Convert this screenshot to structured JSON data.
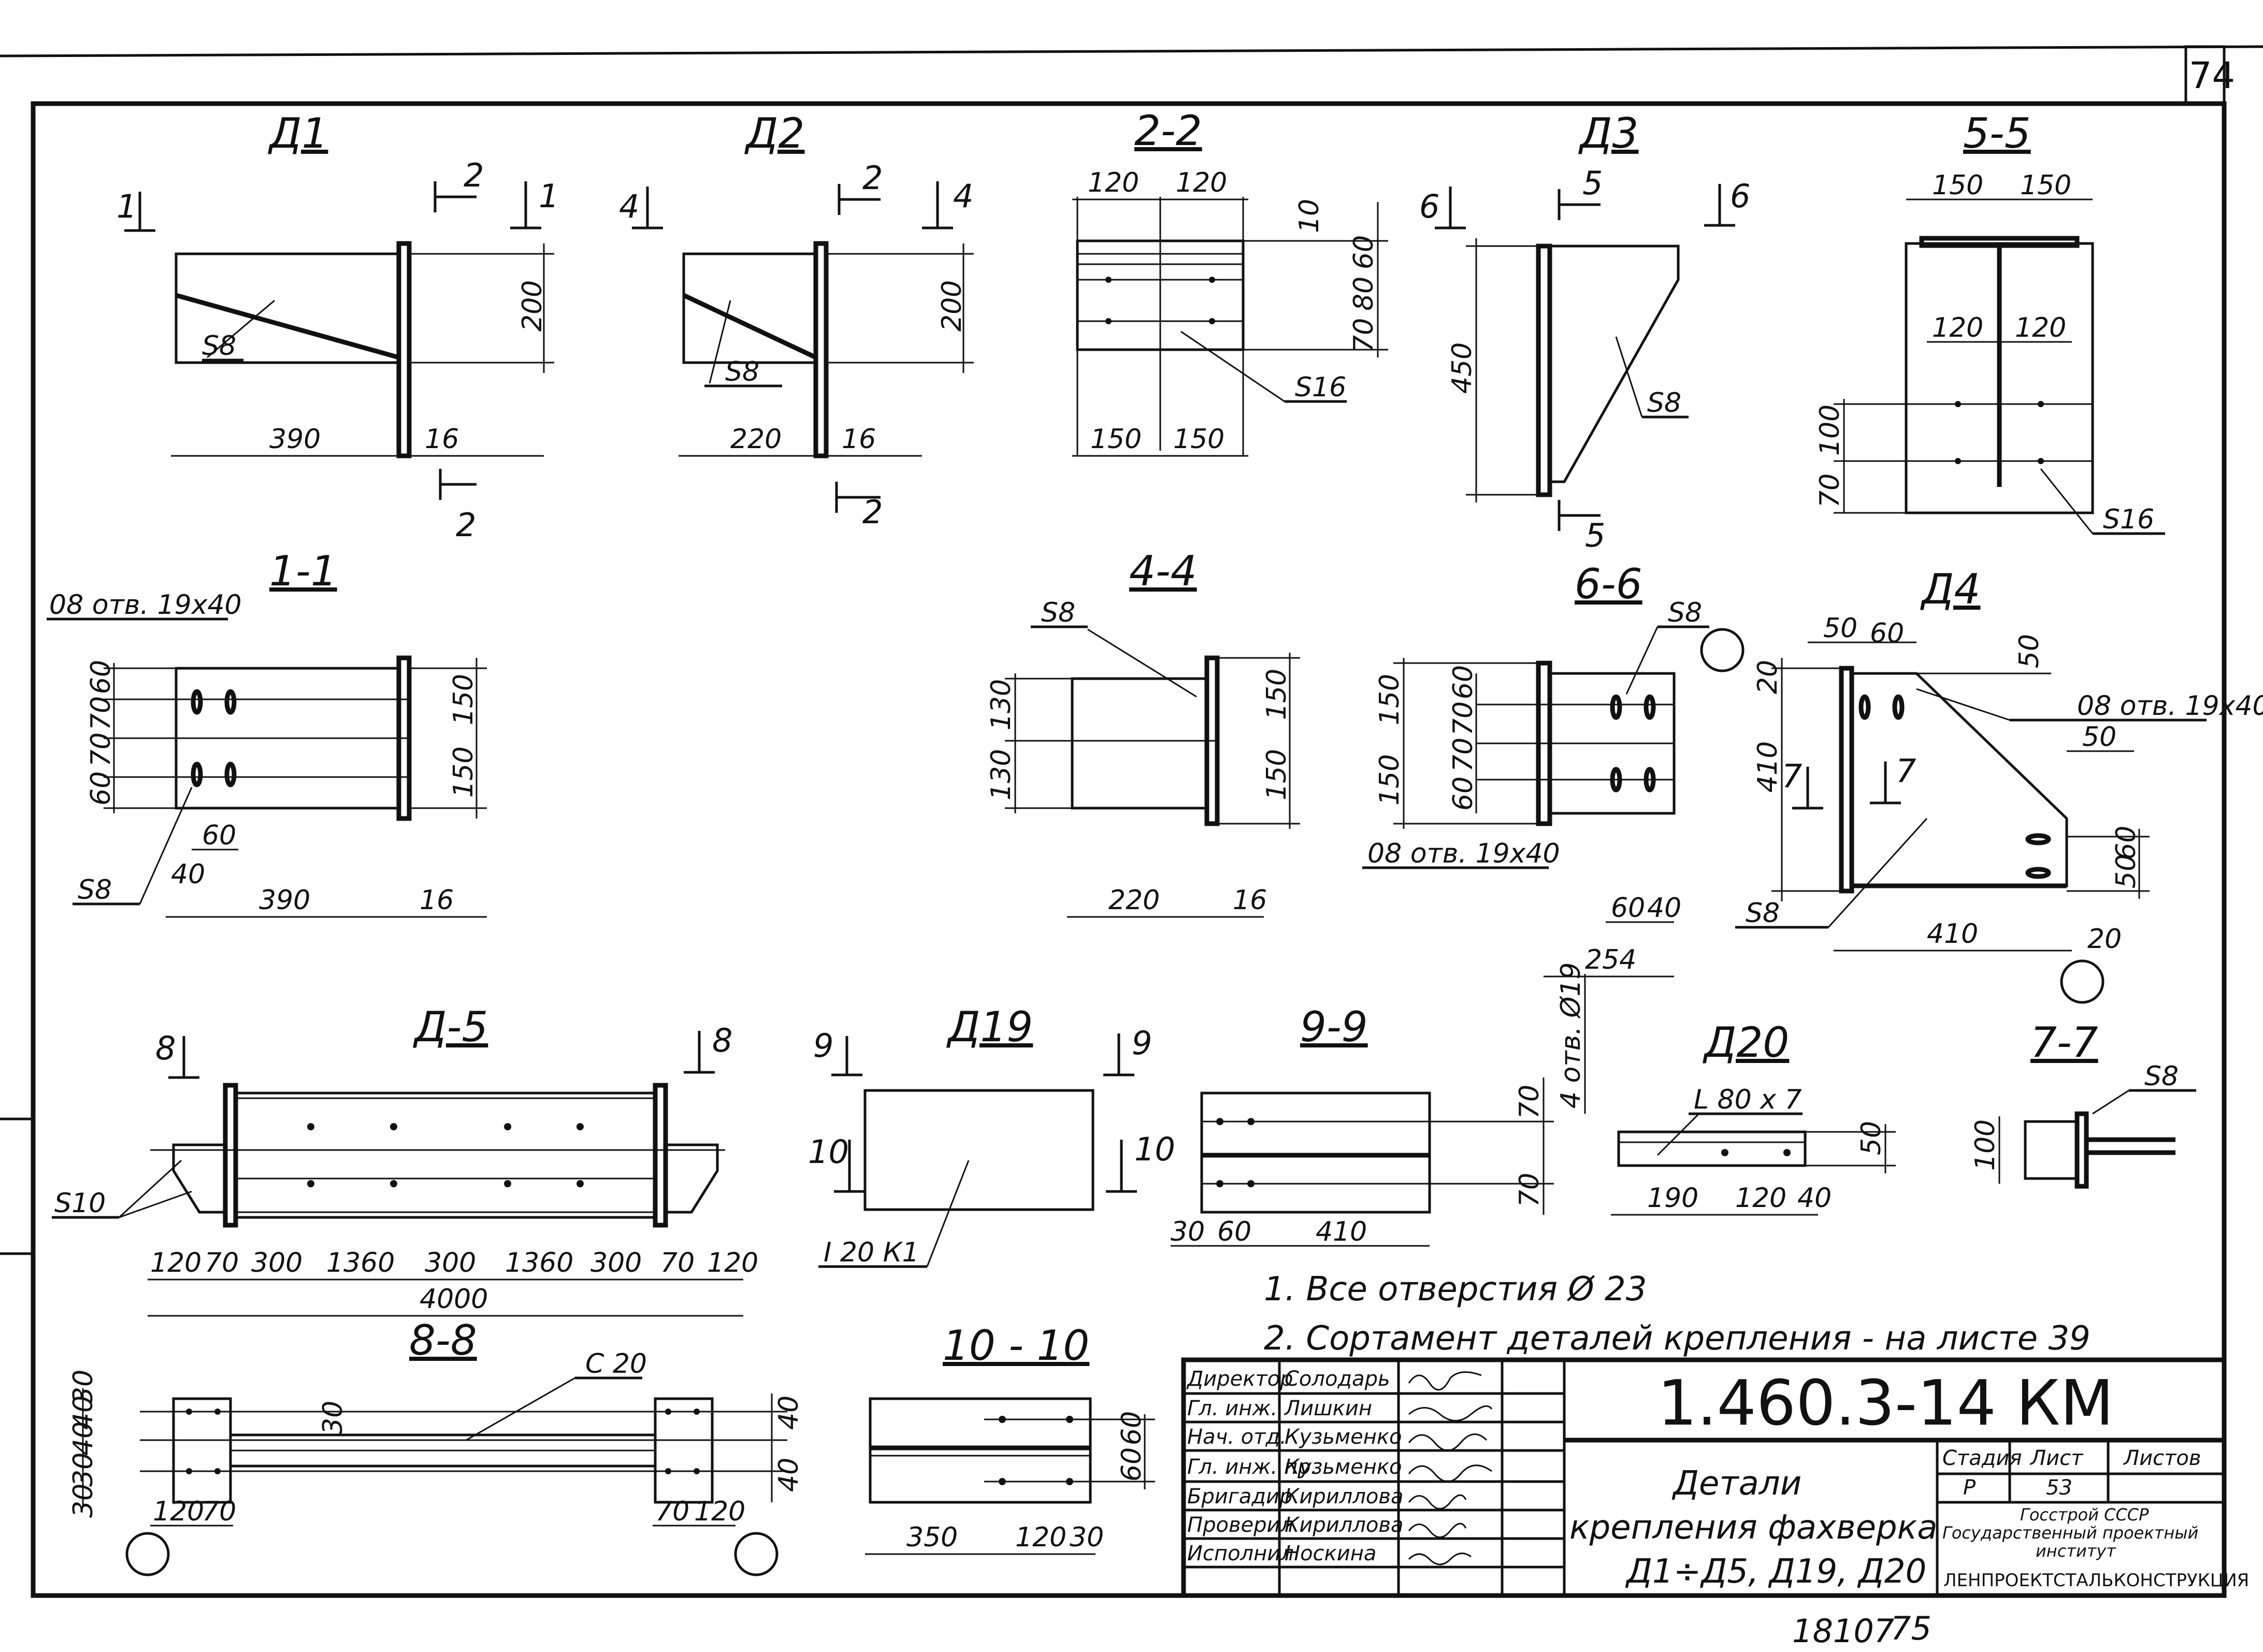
{
  "sheet_number": "74",
  "views": {
    "d1": {
      "title": "Д1",
      "cut1": "1",
      "cut2": "2",
      "plate": "S8",
      "dims": [
        "200",
        "390",
        "16"
      ]
    },
    "d2": {
      "title": "Д2",
      "cut4": "4",
      "cut2": "2",
      "plate": "S8",
      "dims": [
        "200",
        "220",
        "16"
      ]
    },
    "s22": {
      "title": "2-2",
      "plate": "S16",
      "dims": [
        "120",
        "120",
        "10",
        "60",
        "80",
        "70",
        "150",
        "150"
      ]
    },
    "d3": {
      "title": "Д3",
      "cut6": "6",
      "cut5": "5",
      "plate": "S8",
      "dims": [
        "450"
      ]
    },
    "s55": {
      "title": "5-5",
      "plate": "S16",
      "dims": [
        "150",
        "150",
        "120",
        "120",
        "100",
        "70"
      ]
    },
    "s11": {
      "title": "1-1",
      "holes": "08 отв. 19х40",
      "plate": "S8",
      "dims": [
        "60",
        "70",
        "70",
        "60",
        "150",
        "150",
        "60",
        "40",
        "390",
        "16"
      ]
    },
    "s44": {
      "title": "4-4",
      "plate": "S8",
      "dims": [
        "130",
        "130",
        "150",
        "150",
        "220",
        "16"
      ]
    },
    "s66": {
      "title": "6-6",
      "plate": "S8",
      "holes": "08 отв. 19х40",
      "dims": [
        "150",
        "150",
        "60",
        "70",
        "70",
        "60",
        "60",
        "40",
        "254"
      ]
    },
    "d4": {
      "title": "Д4",
      "holes": "08 отв. 19х40",
      "plate": "S8",
      "cut7": "7",
      "dims": [
        "50",
        "60",
        "20",
        "50",
        "410",
        "50",
        "60",
        "50",
        "410",
        "20"
      ]
    },
    "d5": {
      "title": "Д-5",
      "cut8": "8",
      "plate": "S10",
      "dims": [
        "120",
        "70",
        "300",
        "1360",
        "300",
        "1360",
        "300",
        "70",
        "120",
        "4000"
      ]
    },
    "d19": {
      "title": "Д19",
      "cut9": "9",
      "cut10": "10",
      "profile": "I 20 К1"
    },
    "s99": {
      "title": "9-9",
      "holes": "4 отв. Ø19",
      "dims": [
        "70",
        "70",
        "30",
        "60",
        "410"
      ]
    },
    "d20": {
      "title": "Д20",
      "angle": "L 80 х 7",
      "dims": [
        "50",
        "190",
        "120",
        "40"
      ]
    },
    "s77": {
      "title": "7-7",
      "plate": "S8",
      "dims": [
        "100"
      ]
    },
    "s88": {
      "title": "8-8",
      "channel": "С 20",
      "dims": [
        "30",
        "40",
        "40",
        "30",
        "30",
        "40",
        "40",
        "120",
        "70",
        "70",
        "120",
        "30"
      ]
    },
    "s1010": {
      "title": "10 - 10",
      "dims": [
        "60",
        "60",
        "350",
        "120",
        "30"
      ]
    }
  },
  "notes": [
    "1. Все отверстия Ø 23",
    "2. Сортамент деталей крепления - на листе 39"
  ],
  "title_block": {
    "code": "1.460.3-14 КМ",
    "roles": [
      {
        "role": "Директор",
        "name": "Солодарь"
      },
      {
        "role": "Гл. инж.",
        "name": "Лишкин"
      },
      {
        "role": "Нач. отд.",
        "name": "Кузьменко"
      },
      {
        "role": "Гл. инж. пр.",
        "name": "Кузьменко"
      },
      {
        "role": "Бригадир",
        "name": "Кириллова"
      },
      {
        "role": "Проверил",
        "name": "Кириллова"
      },
      {
        "role": "Исполнил",
        "name": "Носкина"
      }
    ],
    "description_lines": [
      "Детали",
      "крепления фахверка",
      "Д1÷Д5, Д19, Д20"
    ],
    "stage_label": "Стадия",
    "sheet_label": "Лист",
    "sheets_label": "Листов",
    "stage": "Р",
    "sheet": "53",
    "org_lines": [
      "Госстрой СССР",
      "Государственный проектный",
      "институт"
    ],
    "org": "ЛЕНПРОЕКТСТАЛЬКОНСТРУКЦИЯ"
  },
  "footer": {
    "inventory": "18107",
    "page": "75"
  }
}
